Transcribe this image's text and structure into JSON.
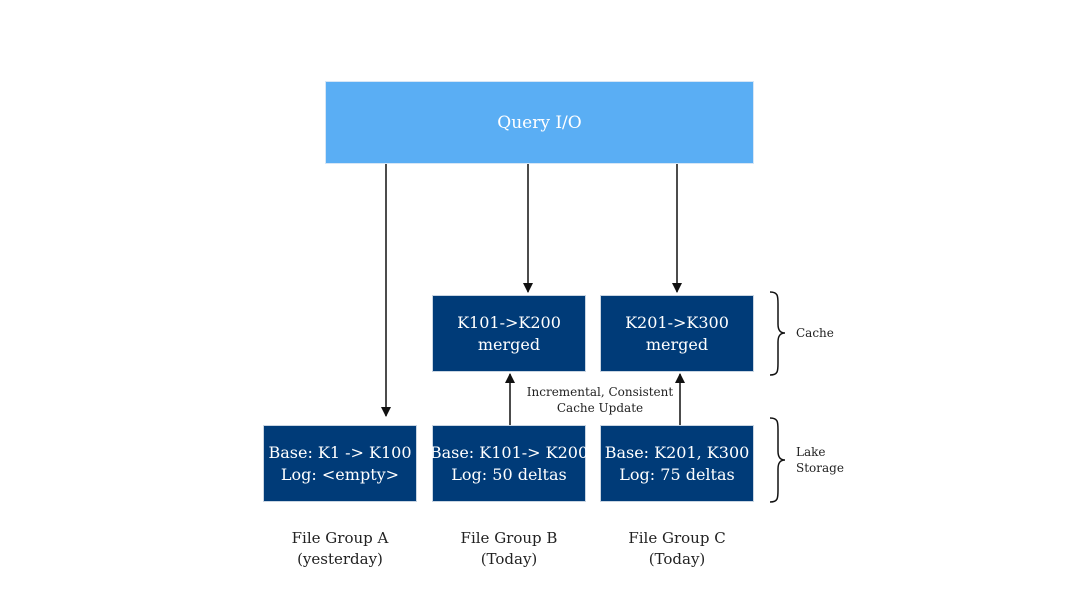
{
  "query_box": {
    "label": "Query I/O"
  },
  "cache_boxes": [
    {
      "lines": [
        "K101->K200",
        "merged"
      ]
    },
    {
      "lines": [
        "K201->K300",
        "merged"
      ]
    }
  ],
  "storage_boxes": [
    {
      "lines": [
        "Base: K1 -> K100",
        "Log: <empty>"
      ]
    },
    {
      "lines": [
        "Base: K101-> K200",
        "Log: 50 deltas"
      ]
    },
    {
      "lines": [
        "Base: K201, K300",
        "Log: 75 deltas"
      ]
    }
  ],
  "file_groups": [
    {
      "name": "File Group A",
      "when": "(yesterday)"
    },
    {
      "name": "File Group B",
      "when": "(Today)"
    },
    {
      "name": "File Group C",
      "when": "(Today)"
    }
  ],
  "update_label": {
    "line1": "Incremental, Consistent",
    "line2": "Cache Update"
  },
  "side_labels": {
    "cache": "Cache",
    "lake_storage_line1": "Lake",
    "lake_storage_line2": "Storage"
  },
  "colors": {
    "query_box": "#5aaef4",
    "dark_box": "#003b78",
    "arrow": "#111111"
  }
}
